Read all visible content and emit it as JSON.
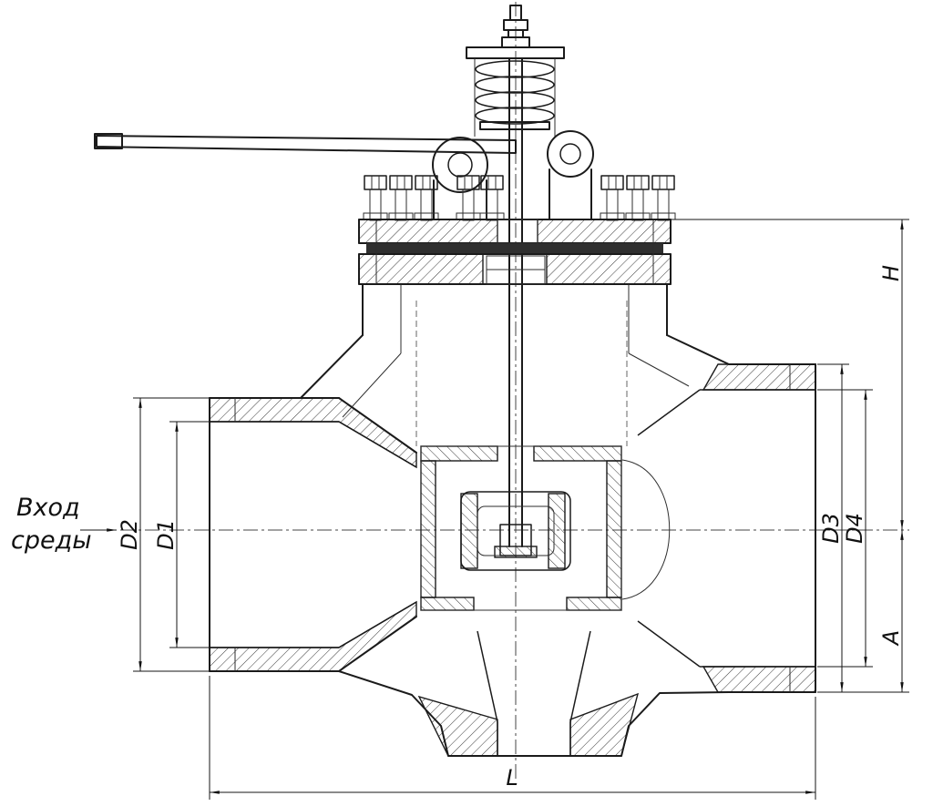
{
  "drawing": {
    "kind": "valve-sectional-technical-drawing",
    "labels": {
      "inlet_line1": "Вход",
      "inlet_line2": "среды",
      "H": "H",
      "A": "A",
      "L": "L",
      "D1": "D1",
      "D2": "D2",
      "D3": "D3",
      "D4": "D4"
    },
    "colors": {
      "line": "#1b1b1b",
      "background": "#ffffff"
    }
  }
}
